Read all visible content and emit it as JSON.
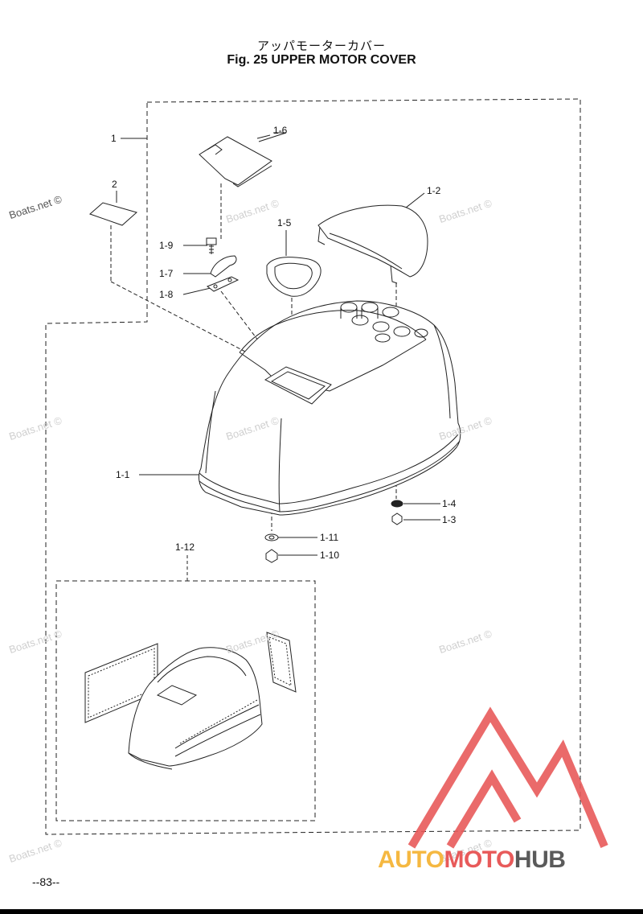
{
  "header": {
    "title_jp": "アッパモーターカバー",
    "title_en": "Fig. 25   UPPER MOTOR COVER"
  },
  "callouts": {
    "c1": "1",
    "c1_6": "1-6",
    "c2": "2",
    "c1_2": "1-2",
    "c1_5": "1-5",
    "c1_9": "1-9",
    "c1_7": "1-7",
    "c1_8": "1-8",
    "c1_1": "1-1",
    "c1_4": "1-4",
    "c1_3": "1-3",
    "c1_11": "1-11",
    "c1_10": "1-10",
    "c1_12": "1-12"
  },
  "watermark": "Boats.net ©",
  "page_number": "--83--",
  "brand": {
    "part1": "AUTO",
    "part2": "MOTO",
    "part3": "HUB",
    "color1": "#f5b841",
    "color2": "#e85a5a",
    "color3": "#5a5a5a",
    "logo_color": "#e85a5a"
  }
}
